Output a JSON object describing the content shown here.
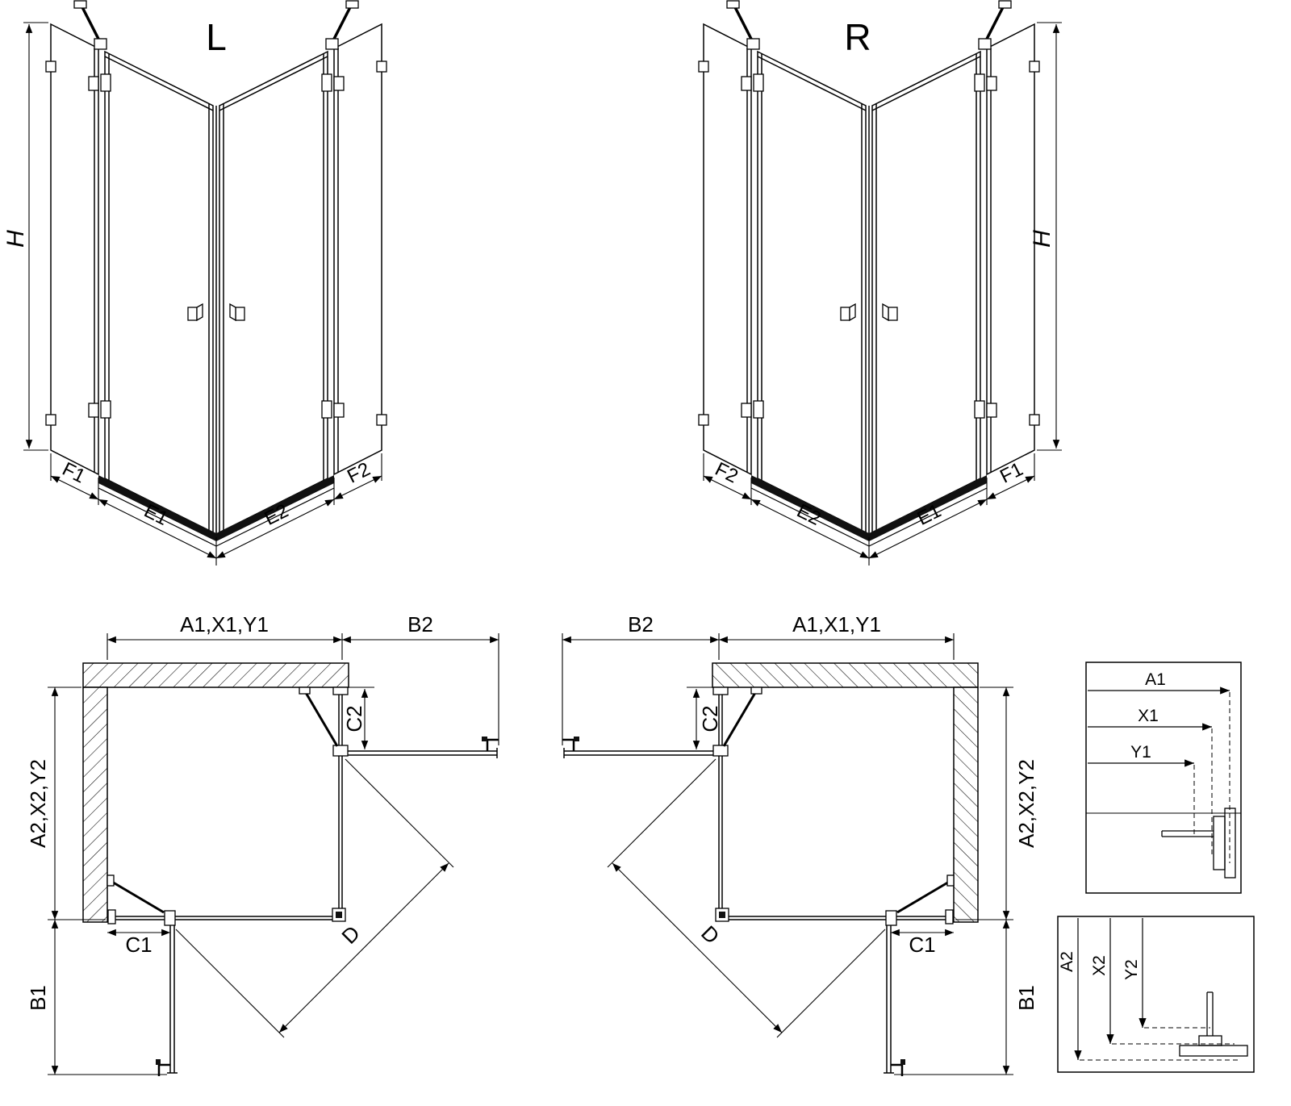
{
  "figure": {
    "view_l": {
      "title": "L",
      "height": "H",
      "dims": [
        "F1",
        "E1",
        "E2",
        "F2"
      ]
    },
    "view_r": {
      "title": "R",
      "height": "H",
      "dims": [
        "F2",
        "E2",
        "E1",
        "F1"
      ]
    },
    "plan_l": {
      "width_top": "A1,X1,Y1",
      "door_top": "B2",
      "inset_top": "C2",
      "width_side": "A2,X2,Y2",
      "inset_side": "C1",
      "door_side": "B1",
      "diagonal": "D"
    },
    "plan_r": {
      "width_top": "A1,X1,Y1",
      "door_top": "B2",
      "inset_top": "C2",
      "width_side": "A2,X2,Y2",
      "inset_side": "C1",
      "door_side": "B1",
      "diagonal": "D"
    },
    "detail_top": {
      "rows": [
        "A1",
        "X1",
        "Y1"
      ]
    },
    "detail_bottom": {
      "rows": [
        "A2",
        "X2",
        "Y2"
      ]
    },
    "colors": {
      "line": "#000000",
      "bg": "#ffffff"
    }
  }
}
